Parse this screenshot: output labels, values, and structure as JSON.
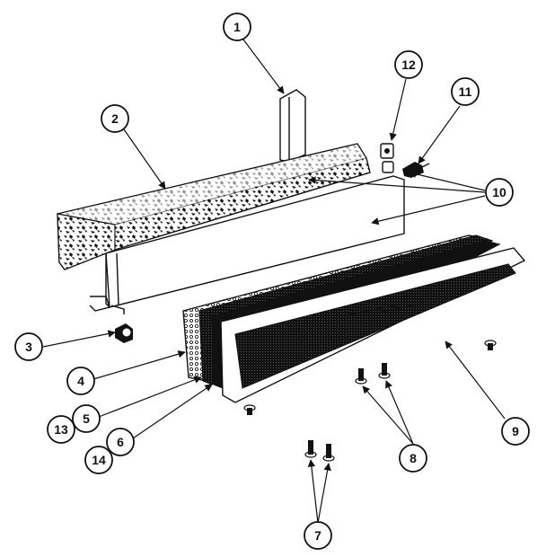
{
  "diagram": {
    "callouts": [
      {
        "id": "c1",
        "label": "1"
      },
      {
        "id": "c2",
        "label": "2"
      },
      {
        "id": "c3",
        "label": "3"
      },
      {
        "id": "c4",
        "label": "4"
      },
      {
        "id": "c5",
        "label": "5"
      },
      {
        "id": "c6",
        "label": "6"
      },
      {
        "id": "c7",
        "label": "7"
      },
      {
        "id": "c8",
        "label": "8"
      },
      {
        "id": "c9",
        "label": "9"
      },
      {
        "id": "c10",
        "label": "10"
      },
      {
        "id": "c11",
        "label": "11"
      },
      {
        "id": "c12",
        "label": "12"
      },
      {
        "id": "c13",
        "label": "13"
      },
      {
        "id": "c14",
        "label": "14"
      }
    ],
    "colors": {
      "ink": "#111111",
      "paper": "#ffffff"
    }
  }
}
